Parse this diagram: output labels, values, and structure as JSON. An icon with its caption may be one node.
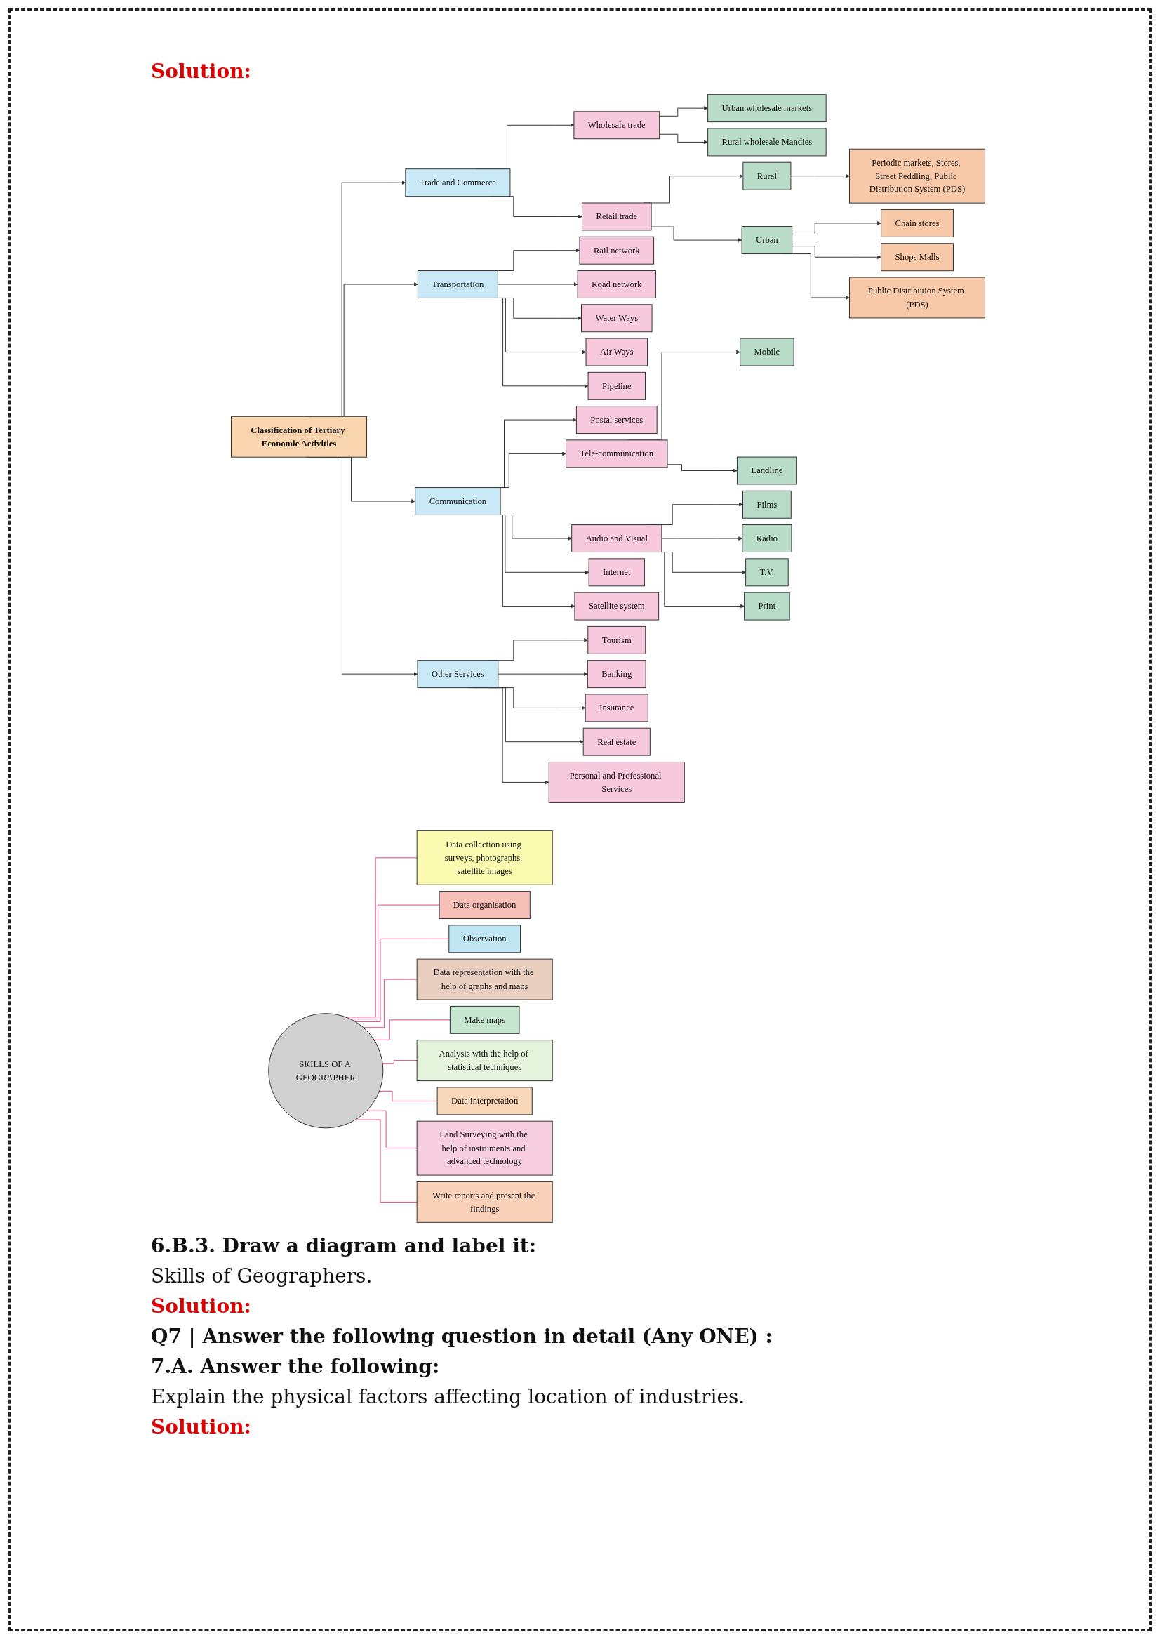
{
  "diagram": {
    "nodes": [
      {
        "text": [
          "Classification of Tertiary Economic Activities"
        ]
      },
      {
        "text": [
          "Trade and Commerce"
        ]
      },
      {
        "text": [
          "Transportation"
        ]
      },
      {
        "text": [
          "Communication"
        ]
      },
      {
        "text": [
          "Other Services"
        ]
      },
      {
        "text": [
          "Wholesale trade"
        ]
      },
      {
        "text": [
          "Retail trade"
        ]
      },
      {
        "text": [
          "Postal services"
        ]
      },
      {
        "text": [
          "Tele-communication"
        ]
      },
      {
        "text": [
          "Audio and Visual"
        ]
      },
      {
        "text": [
          "Internet"
        ]
      },
      {
        "text": [
          "Satellite system"
        ]
      },
      {
        "text": [
          "Urban wholesale markets"
        ]
      },
      {
        "text": [
          "Rural wholesale Mandies"
        ]
      },
      {
        "text": [
          "Mobile"
        ]
      },
      {
        "text": [
          "Landline"
        ]
      },
      {
        "text": [
          "Films"
        ]
      },
      {
        "text": [
          "Radio"
        ]
      },
      {
        "text": [
          "T.V."
        ]
      },
      {
        "text": [
          "Print"
        ]
      },
      {
        "text": [
          "Rail network"
        ]
      },
      {
        "text": [
          "Road network"
        ]
      },
      {
        "text": [
          "Water Ways"
        ]
      },
      {
        "text": [
          "Air Ways"
        ]
      },
      {
        "text": [
          "Pipeline"
        ]
      },
      {
        "text": [
          "Rural"
        ]
      },
      {
        "text": [
          "Urban"
        ]
      },
      {
        "text": [
          "Tourism"
        ]
      },
      {
        "text": [
          "Insurance"
        ]
      },
      {
        "text": [
          "Personal and Professional Services"
        ]
      },
      {
        "text": [
          "Periodic markets, Stores, Street Peddling, Public Distribution System (PDS)"
        ]
      },
      {
        "text": [
          "Chain stores"
        ]
      },
      {
        "text": [
          "Shops Malls"
        ]
      },
      {
        "text": [
          "Public Distribution System (PDS)"
        ]
      },
      {
        "text": [
          "Banking"
        ]
      },
      {
        "text": [
          "Real estate"
        ]
      },
      {
        "text": [
          "SKILLS OF A GEOGRAPHER"
        ]
      },
      {
        "text": [
          "Data collection using surveys, photographs, satellite images"
        ]
      },
      {
        "text": [
          "Data organisation"
        ]
      },
      {
        "text": [
          "Observation"
        ]
      },
      {
        "text": [
          "Data representation with the help of graphs and maps"
        ]
      },
      {
        "text": [
          "Make maps"
        ]
      },
      {
        "text": [
          "Analysis with the help of statistical techniques"
        ]
      },
      {
        "text": [
          "Data interpretation"
        ]
      },
      {
        "text": [
          "Land Surveying with the help of instruments and advanced technology"
        ]
      },
      {
        "text": [
          "Write reports and present the findings"
        ]
      }
    ],
    "edges": [
      {
        "from": 0,
        "to": 1,
        "arrow": "to"
      },
      {
        "from": 0,
        "to": 2,
        "arrow": "to"
      },
      {
        "from": 0,
        "to": 3,
        "arrow": "to"
      },
      {
        "from": 0,
        "to": 4,
        "arrow": "to"
      },
      {
        "from": 1,
        "to": 5,
        "arrow": "to"
      },
      {
        "from": 1,
        "to": 6,
        "arrow": "to"
      },
      {
        "from": 3,
        "to": 7,
        "arrow": "to"
      },
      {
        "from": 3,
        "to": 8,
        "arrow": "to"
      },
      {
        "from": 3,
        "to": 9,
        "arrow": "to"
      },
      {
        "from": 3,
        "to": 10,
        "arrow": "to"
      },
      {
        "from": 3,
        "to": 11,
        "arrow": "to"
      },
      {
        "from": 5,
        "to": 12,
        "arrow": "to"
      },
      {
        "from": 5,
        "to": 13,
        "arrow": "to"
      },
      {
        "from": 8,
        "to": 14,
        "arrow": "to"
      },
      {
        "from": 8,
        "to": 15,
        "arrow": "to"
      },
      {
        "from": 9,
        "to": 16,
        "arrow": "to"
      },
      {
        "from": 9,
        "to": 17,
        "arrow": "to"
      },
      {
        "from": 9,
        "to": 18,
        "arrow": "to"
      },
      {
        "from": 9,
        "to": 19,
        "arrow": "to"
      },
      {
        "from": 2,
        "to": 20,
        "arrow": "to"
      },
      {
        "from": 2,
        "to": 21,
        "arrow": "to"
      },
      {
        "from": 2,
        "to": 22,
        "arrow": "to"
      },
      {
        "from": 2,
        "to": 23,
        "arrow": "to"
      },
      {
        "from": 2,
        "to": 24,
        "arrow": "to"
      },
      {
        "from": 6,
        "to": 25,
        "arrow": "to"
      },
      {
        "from": 6,
        "to": 26,
        "arrow": "to"
      },
      {
        "from": 4,
        "to": 27,
        "arrow": "to"
      },
      {
        "from": 4,
        "to": 34,
        "arrow": "to"
      },
      {
        "from": 4,
        "to": 28,
        "arrow": "to"
      },
      {
        "from": 4,
        "to": 35,
        "arrow": "to"
      },
      {
        "from": 4,
        "to": 29,
        "arrow": "to"
      },
      {
        "from": 25,
        "to": 30,
        "arrow": "to"
      },
      {
        "from": 26,
        "to": 31,
        "arrow": "to"
      },
      {
        "from": 26,
        "to": 32,
        "arrow": "to"
      },
      {
        "from": 26,
        "to": 33,
        "arrow": "to"
      },
      {
        "from": 36,
        "to": 37,
        "arrow": "none",
        "color": "#e0457b"
      },
      {
        "from": 36,
        "to": 38,
        "arrow": "none",
        "color": "#e0457b"
      },
      {
        "from": 36,
        "to": 39,
        "arrow": "none",
        "color": "#e0457b"
      },
      {
        "from": 36,
        "to": 40,
        "arrow": "none",
        "color": "#e0457b"
      },
      {
        "from": 36,
        "to": 41,
        "arrow": "none",
        "color": "#e0457b"
      },
      {
        "from": 36,
        "to": 42,
        "arrow": "none",
        "color": "#e0457b"
      },
      {
        "from": 36,
        "to": 43,
        "arrow": "none",
        "color": "#e0457b"
      },
      {
        "from": 36,
        "to": 44,
        "arrow": "none",
        "color": "#e0457b"
      },
      {
        "from": 36,
        "to": 45,
        "arrow": "none",
        "color": "#e0457b"
      }
    ],
    "labels": [
      "Solution:",
      "6.B.3. Draw a diagram and label it:",
      "Skills of Geographers.",
      "Solution:",
      "Q7 | Answer the following question in detail (Any ONE) :",
      "7.A. Answer the following:",
      "Explain the physical factors affecting location of industries.",
      "Solution:"
    ]
  }
}
